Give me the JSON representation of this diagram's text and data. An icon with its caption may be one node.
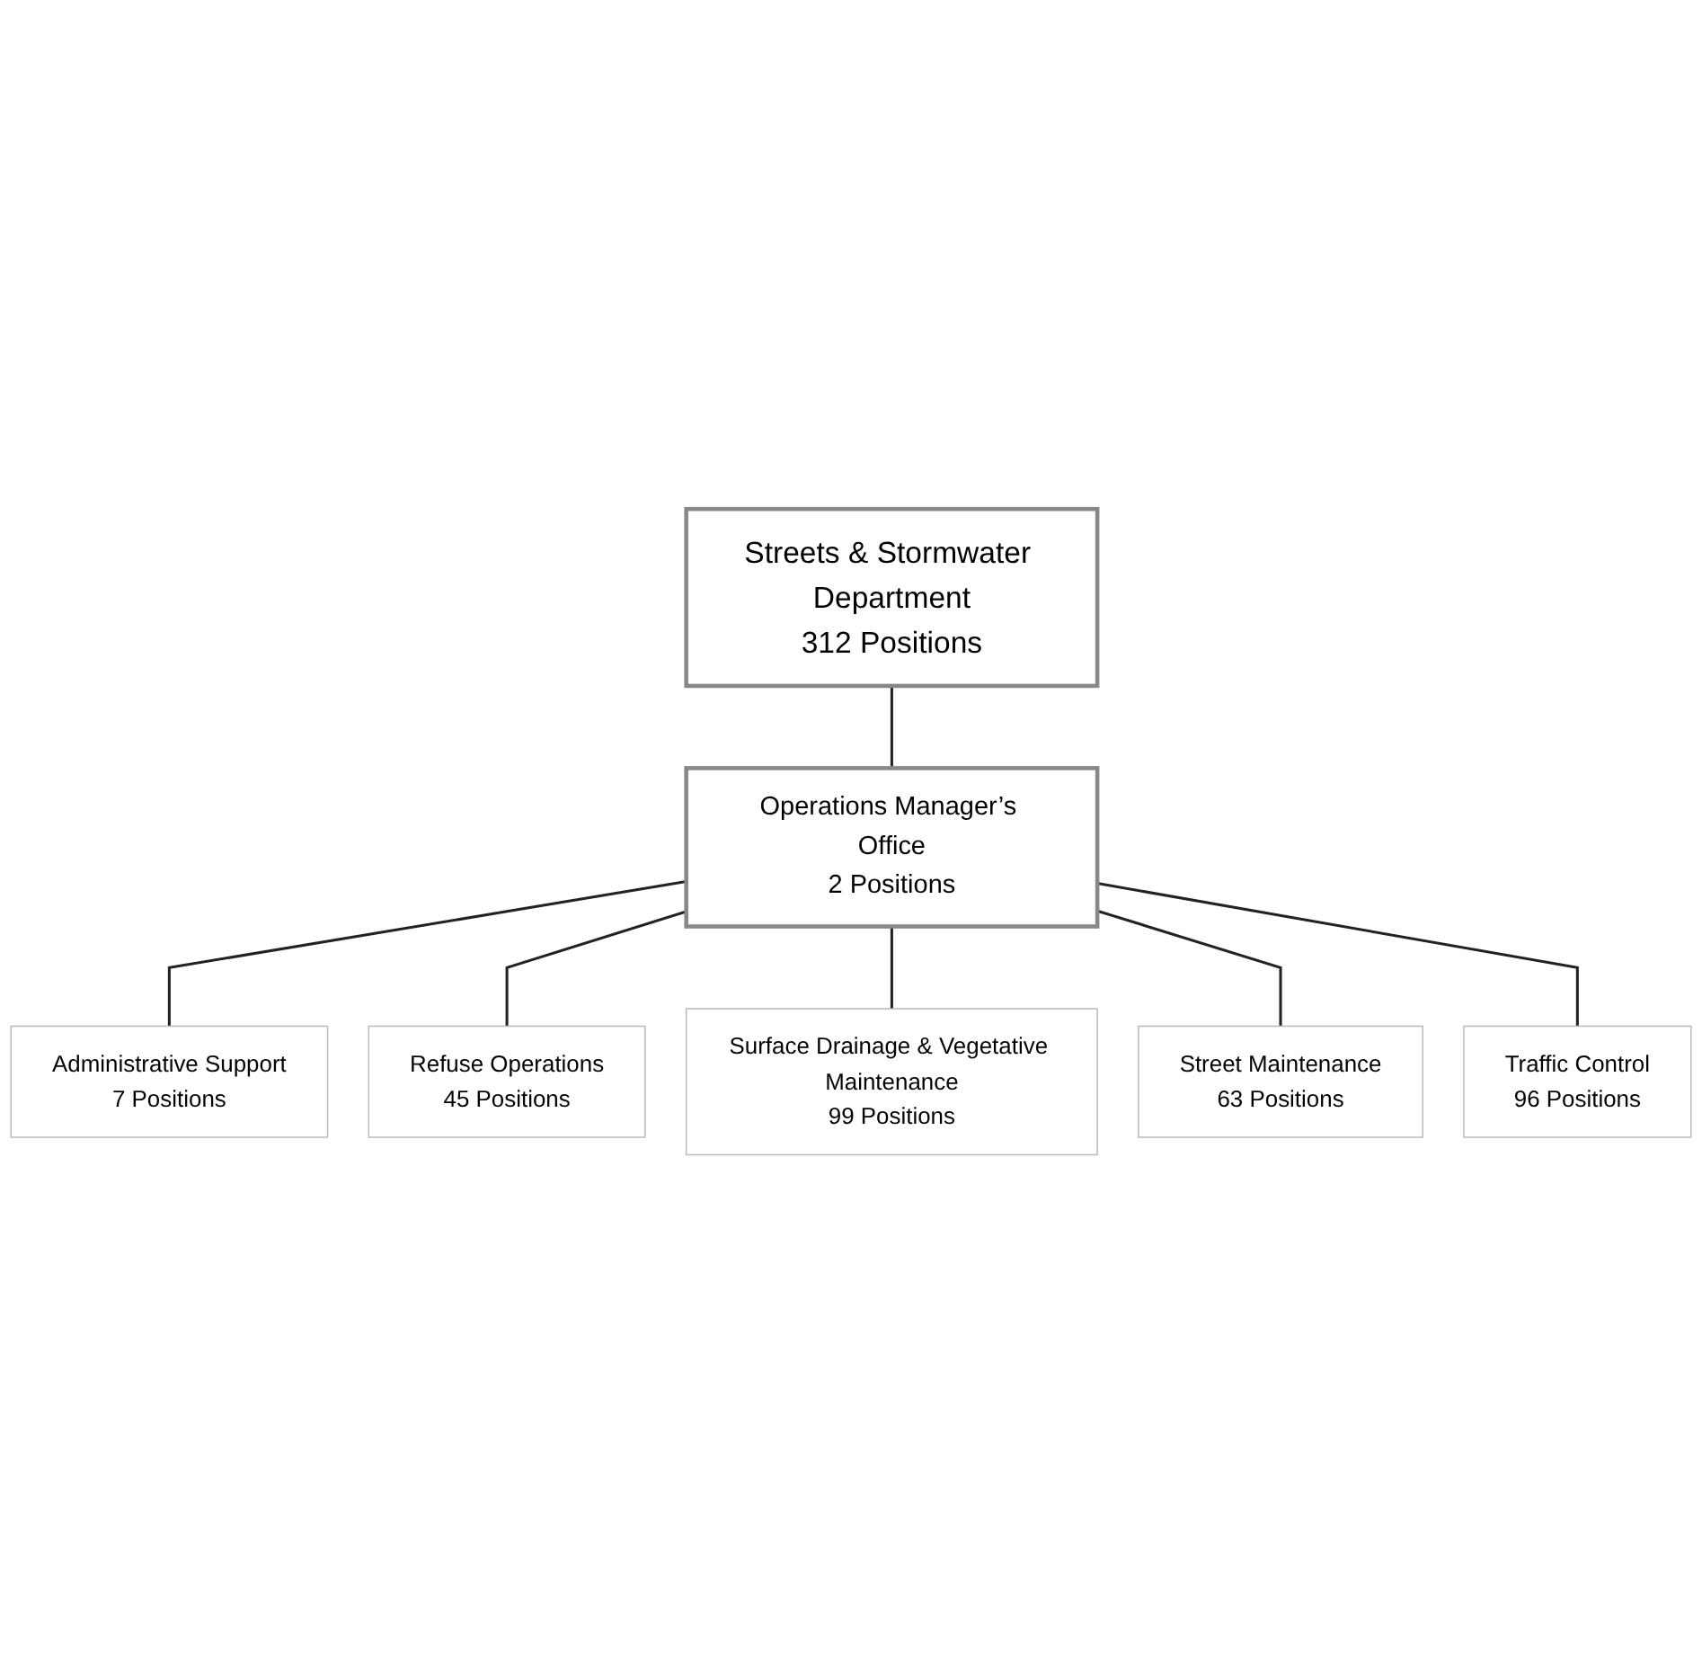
{
  "diagram": {
    "nodes": [
      {
        "text": [
          "Streets & Stormwater Department",
          "312 Positions"
        ]
      },
      {
        "text": [
          "Operations Manager’s Office",
          "2 Positions"
        ]
      },
      {
        "text": [
          "Administrative Support",
          "7 Positions"
        ]
      },
      {
        "text": [
          "Refuse Operations",
          "45 Positions"
        ]
      },
      {
        "text": [
          "Surface Drainage & Vegetative Maintenance",
          "99 Positions"
        ]
      },
      {
        "text": [
          "Street Maintenance",
          "63 Positions"
        ]
      },
      {
        "text": [
          "Traffic Control",
          "96 Positions"
        ]
      }
    ],
    "edges": [
      {
        "from": 0,
        "to": 1,
        "arrow": "none"
      },
      {
        "from": 1,
        "to": 2,
        "arrow": "none"
      },
      {
        "from": 1,
        "to": 3,
        "arrow": "none"
      },
      {
        "from": 1,
        "to": 4,
        "arrow": "none"
      },
      {
        "from": 1,
        "to": 5,
        "arrow": "none"
      },
      {
        "from": 1,
        "to": 6,
        "arrow": "none"
      }
    ]
  }
}
